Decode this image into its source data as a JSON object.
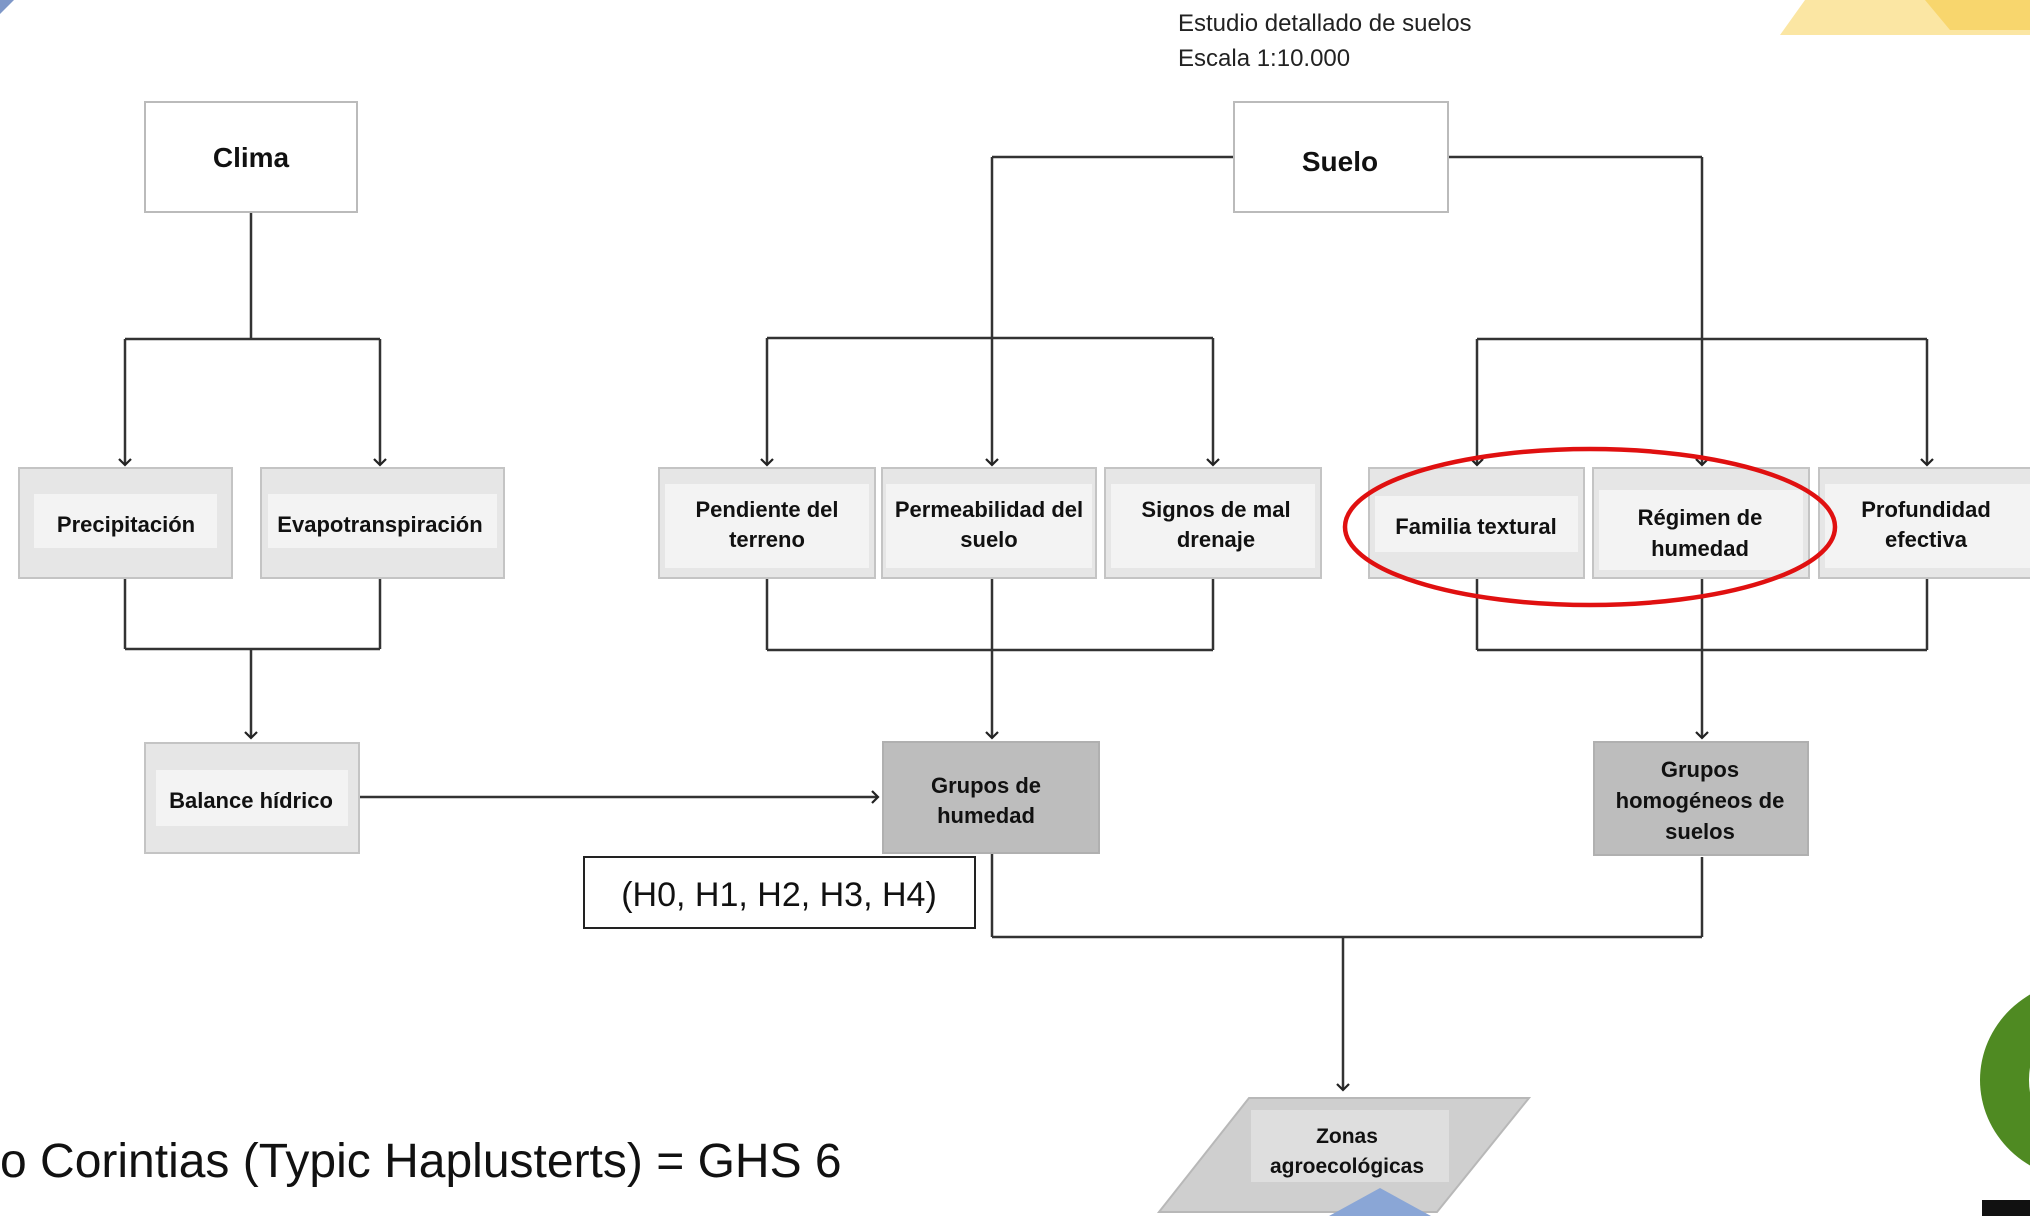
{
  "header": {
    "line1": "Estudio detallado de suelos",
    "line2": "Escala 1:10.000"
  },
  "nodes": {
    "clima": "Clima",
    "suelo": "Suelo",
    "precipitacion": "Precipitación",
    "evapotranspiracion": "Evapotranspiración",
    "balance_hidrico": "Balance hídrico",
    "pendiente": [
      "Pendiente del",
      "terreno"
    ],
    "permeabilidad": [
      "Permeabilidad del",
      "suelo"
    ],
    "drenaje": [
      "Signos de mal",
      "drenaje"
    ],
    "familia": "Familia textural",
    "regimen": [
      "Régimen de",
      "humedad"
    ],
    "profundidad": [
      "Profundidad",
      "efectiva"
    ],
    "grupos_humedad": [
      "Grupos de",
      "humedad"
    ],
    "grupos_homogeneos": [
      "Grupos",
      "homogéneos de",
      "suelos"
    ],
    "zonas": [
      "Zonas",
      "agroecológicas"
    ]
  },
  "callout": "(H0, H1, H2, H3, H4)",
  "footer_text": "o Corintias (Typic Haplusterts) = GHS 6",
  "colors": {
    "highlight_ellipse": "#e01010",
    "light_box": "#e6e6e6",
    "dark_box": "#bdbdbd",
    "corner_yellow": "#fbe6a3",
    "logo_green": "#4f8a22",
    "zonas_triangle": "#8aa6d6"
  }
}
